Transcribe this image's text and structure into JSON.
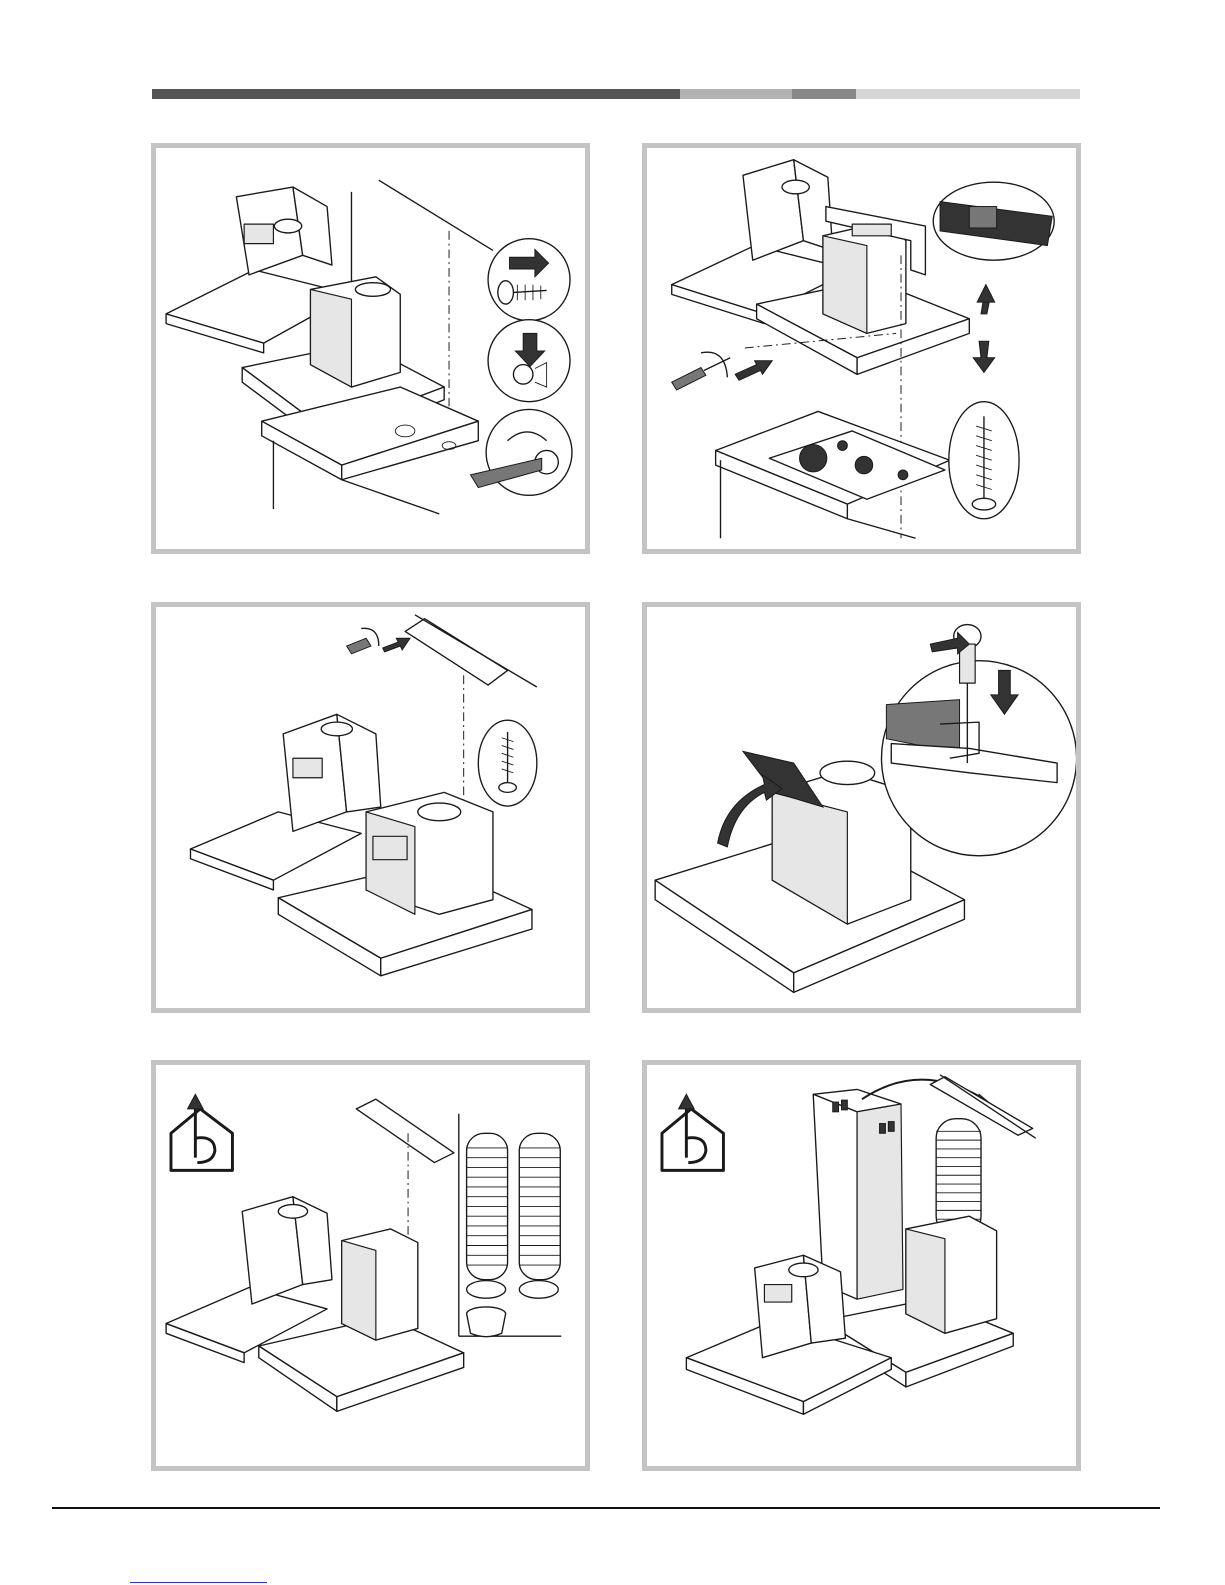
{
  "header_bar": {
    "segments": [
      {
        "color": "#555555",
        "weight": 528
      },
      {
        "color": "#b3b3b3",
        "weight": 112
      },
      {
        "color": "#888888",
        "weight": 64
      },
      {
        "color": "#d6d6d6",
        "weight": 224
      }
    ]
  },
  "panels": [
    {
      "step": "wall-fixing-screws-and-plugs",
      "icons": [
        "screw-icon",
        "wall-plug-icon",
        "drill-icon"
      ]
    },
    {
      "step": "level-and-height-adjustment",
      "icons": [
        "spirit-level-icon",
        "screwdriver-icon",
        "up-down-arrows-icon",
        "screw-icon"
      ]
    },
    {
      "step": "fix-ceiling-bracket",
      "icons": [
        "screwdriver-icon",
        "screw-icon"
      ]
    },
    {
      "step": "secure-motor-block",
      "icons": [
        "screwdriver-icon",
        "rotate-arrow-icon",
        "push-down-arrow-icon",
        "lift-arrow-icon"
      ]
    },
    {
      "step": "ducting-version-parts",
      "icons": [
        "ducting-house-icon",
        "flexible-duct-icon",
        "hose-clamp-icon",
        "duct-adapter-icon"
      ]
    },
    {
      "step": "fit-chimney-ducting",
      "icons": [
        "ducting-house-icon",
        "chimney-icon",
        "flexible-duct-icon",
        "curved-arrow-icon"
      ]
    }
  ],
  "colors": {
    "frame": "#c4c4c4",
    "line": "#1a1a1a",
    "footer_rule": "#111111",
    "footer_link": "#3333cc"
  }
}
